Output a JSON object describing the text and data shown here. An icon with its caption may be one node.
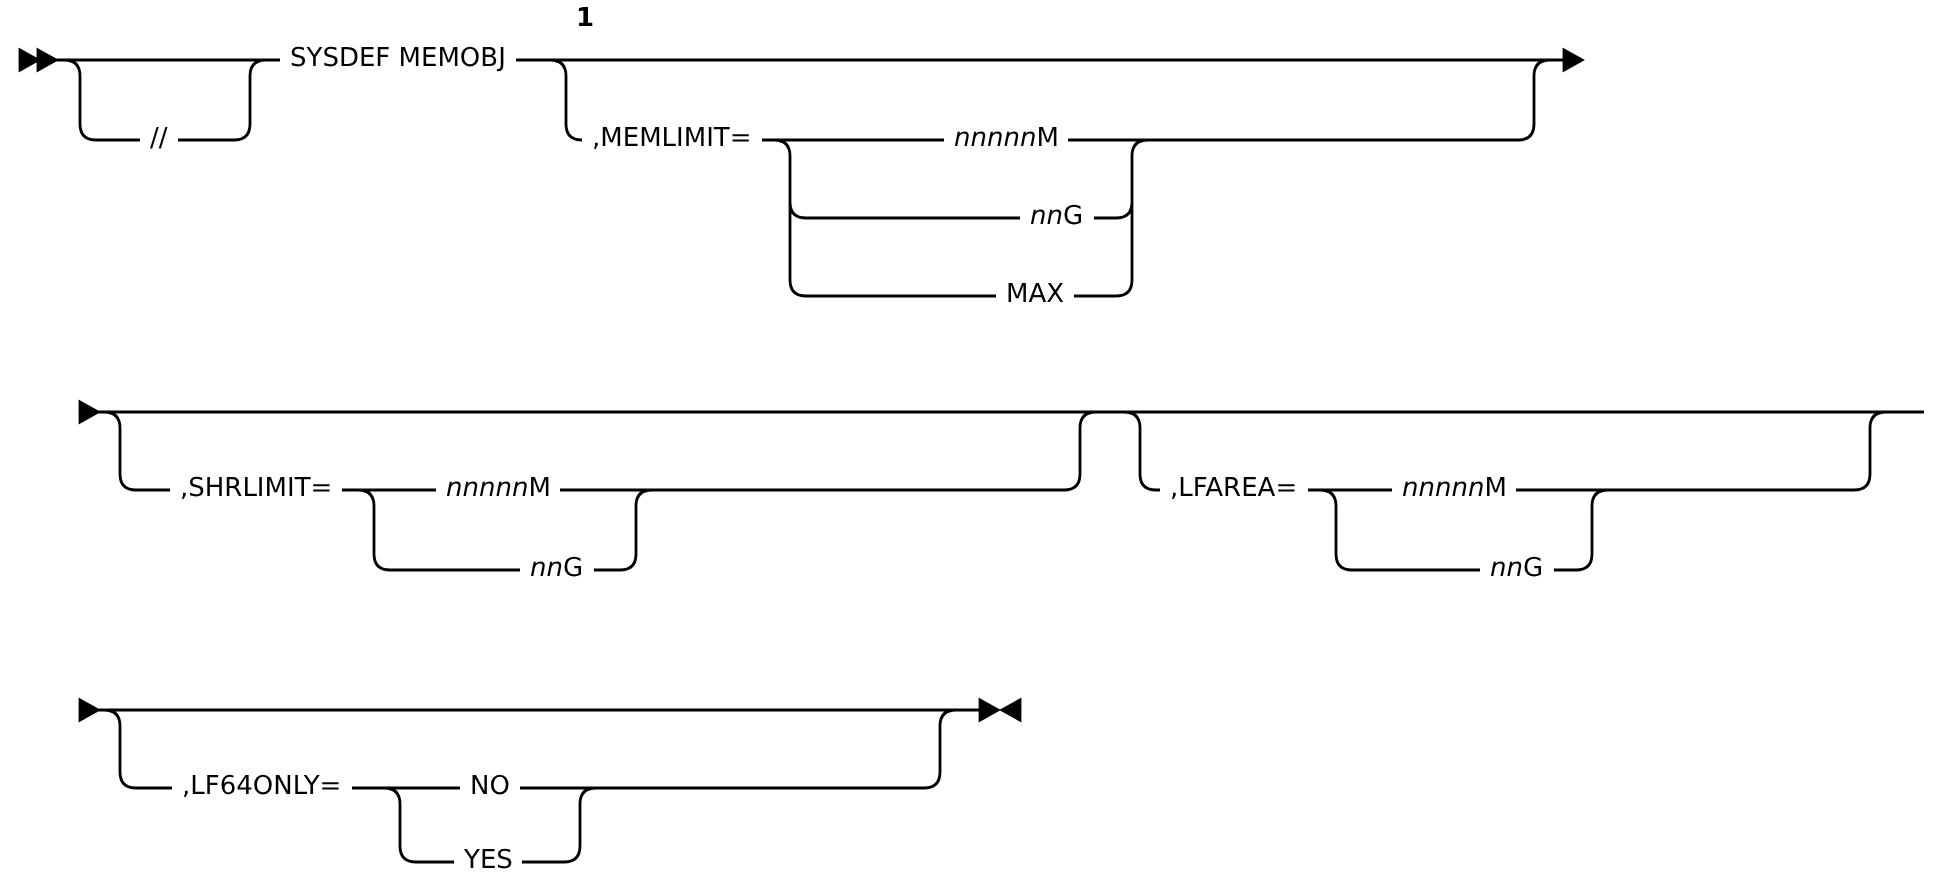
{
  "diagram": {
    "labels": [
      "//",
      "SYSDEF MEMOBJ",
      "1",
      ",MEMLIMIT=",
      "nnnnnM",
      "nnG",
      "MAX",
      ",SHRLIMIT=",
      "nnnnnM",
      "nnG",
      ",LFAREA=",
      "nnnnnM",
      "nnG",
      ",LF64ONLY=",
      "NO",
      "YES"
    ]
  }
}
